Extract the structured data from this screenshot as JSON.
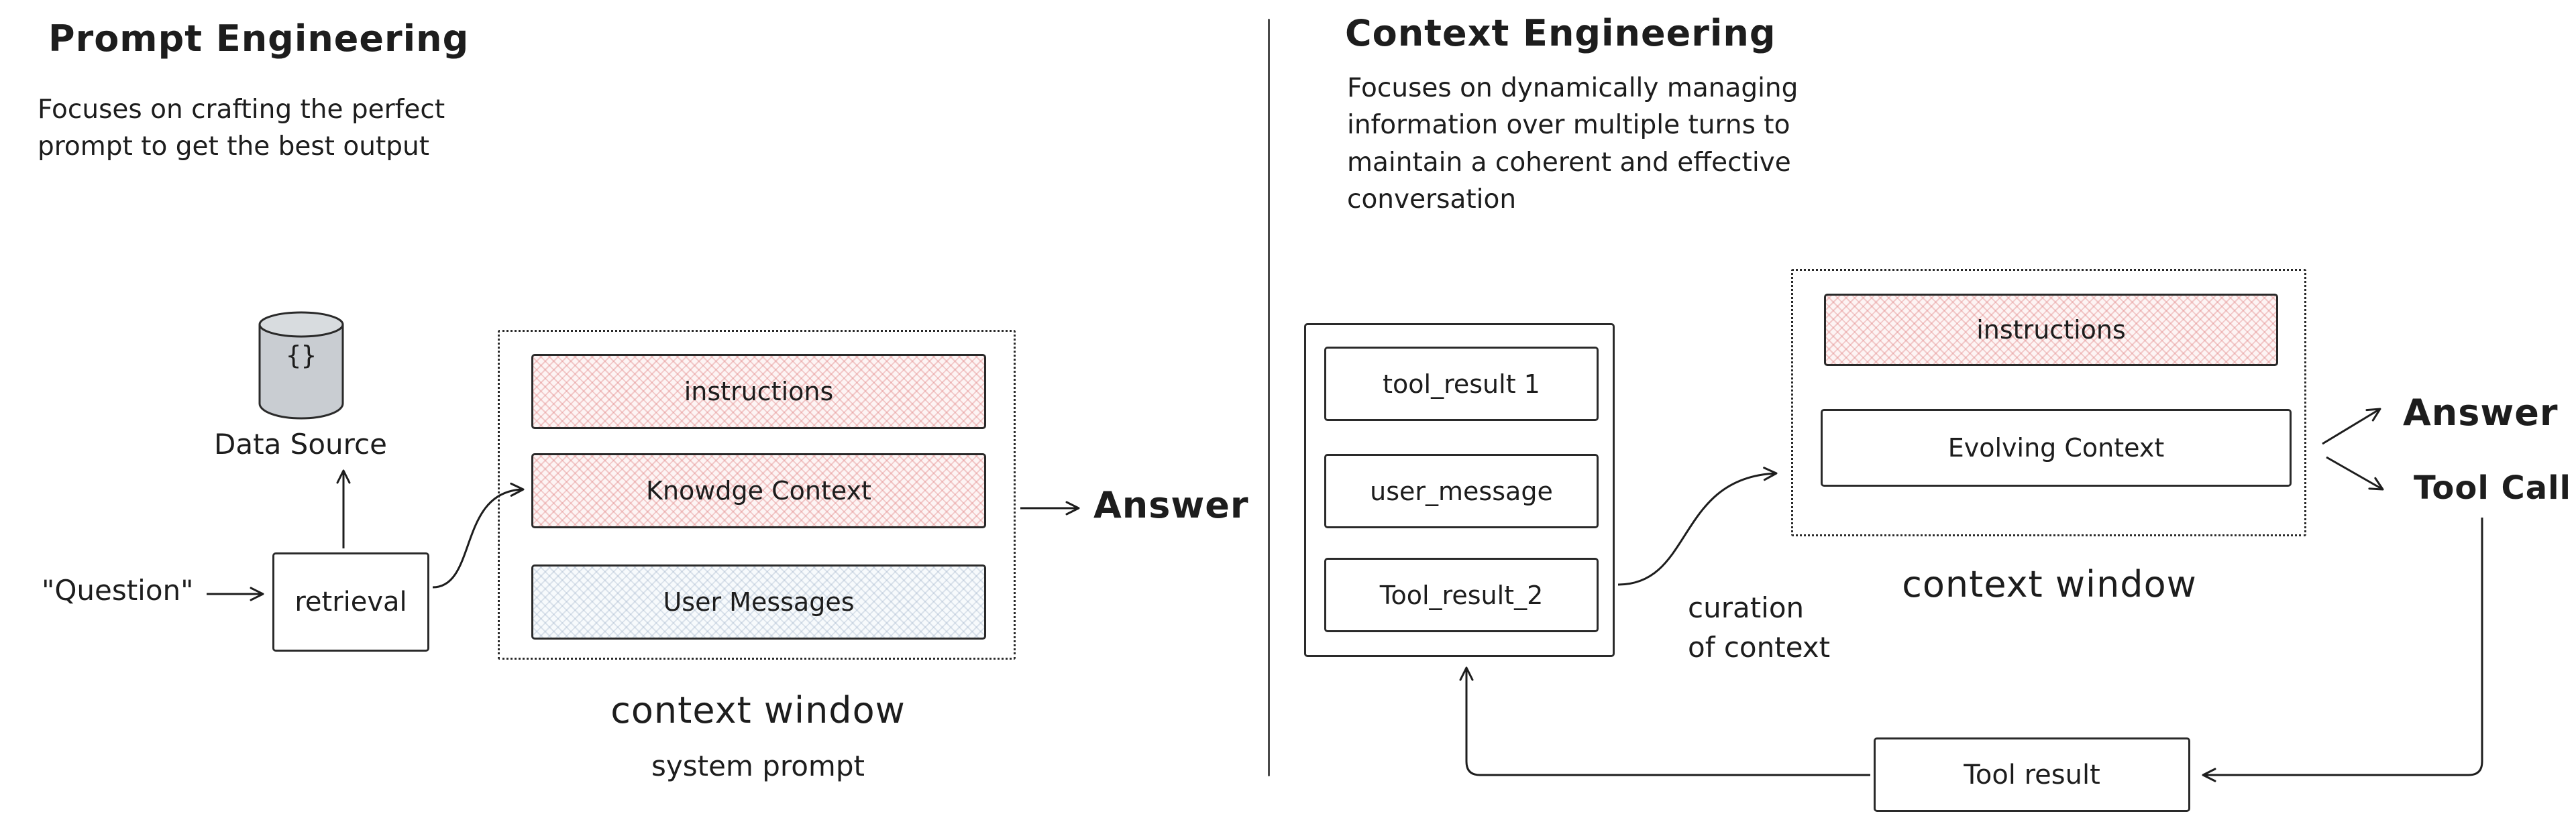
{
  "colors": {
    "ink": "#1d1d1d",
    "pink_hatch": "#e08282",
    "pink_bg": "#fdf4f4",
    "blue_hatch": "#96aac3",
    "blue_bg": "#f7fafc",
    "cylinder_fill": "#c9cdd2"
  },
  "left": {
    "title": "Prompt Engineering",
    "subtitle": "Focuses on crafting the perfect\nprompt to get the best output",
    "data_source": {
      "icon_text": "{}",
      "label": "Data Source"
    },
    "question_label": "\"Question\"",
    "retrieval_label": "retrieval",
    "context_window": {
      "boxes": [
        {
          "label": "instructions"
        },
        {
          "label": "Knowdge Context"
        },
        {
          "label": "User Messages"
        }
      ],
      "caption": "context window",
      "subcaption": "system prompt"
    },
    "answer_label": "Answer"
  },
  "right": {
    "title": "Context Engineering",
    "subtitle": "Focuses on dynamically managing\ninformation over multiple turns to\nmaintain a coherent and effective\nconversation",
    "history_stack": {
      "boxes": [
        {
          "label": "tool_result 1"
        },
        {
          "label": "user_message"
        },
        {
          "label": "Tool_result_2"
        }
      ]
    },
    "curation_label": "curation\nof context",
    "context_window": {
      "boxes": [
        {
          "label": "instructions"
        },
        {
          "label": "Evolving Context"
        }
      ],
      "caption": "context window"
    },
    "answer_label": "Answer",
    "tool_call_label": "Tool Call",
    "tool_result_label": "Tool result"
  }
}
